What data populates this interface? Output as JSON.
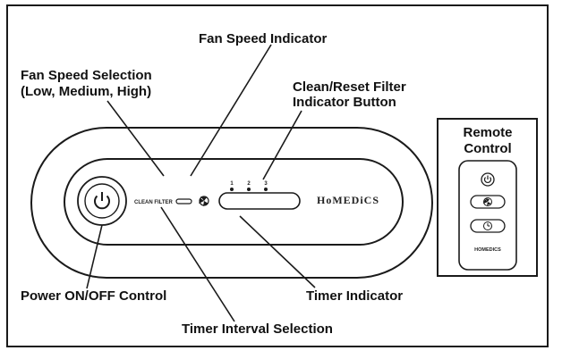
{
  "callouts": {
    "fan_speed_indicator": "Fan Speed Indicator",
    "fan_speed_selection_line1": "Fan Speed Selection",
    "fan_speed_selection_line2": "(Low, Medium, High)",
    "clean_reset_line1": "Clean/Reset Filter",
    "clean_reset_line2": "Indicator Button",
    "power_control": "Power ON/OFF Control",
    "timer_indicator": "Timer Indicator",
    "timer_interval": "Timer Interval Selection"
  },
  "device": {
    "clean_filter_label": "CLEAN FILTER",
    "speed_marks": [
      "1",
      "2",
      "3"
    ],
    "brand": "HoMEDiCS"
  },
  "remote": {
    "title_line1": "Remote",
    "title_line2": "Control",
    "brand": "HOMEDICS"
  },
  "icons": [
    "power-icon",
    "fan-icon",
    "timer-icon"
  ]
}
